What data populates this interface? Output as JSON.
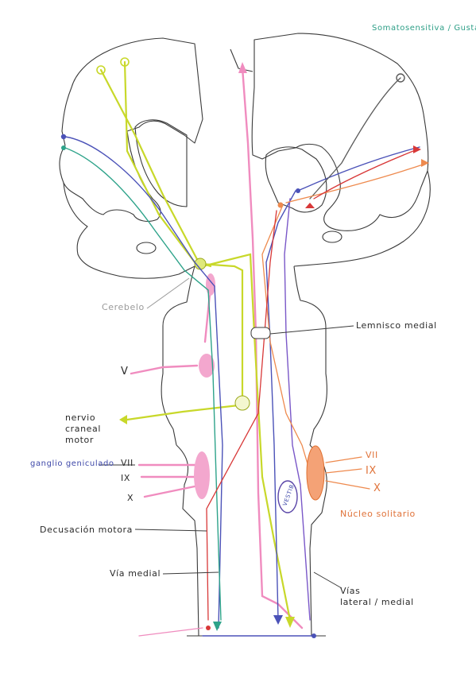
{
  "title": "Somatosensitiva / Gustativa",
  "labels": {
    "cerebelo": "Cerebelo",
    "lemnisco_medial": "Lemnisco medial",
    "v": "V",
    "nervio_craneal_motor_1": "nervio",
    "nervio_craneal_motor_2": "craneal",
    "nervio_craneal_motor_3": "motor",
    "ganglio_geniculado": "ganglio geniculado",
    "vii_left": "VII",
    "ix_left": "IX",
    "x_left": "X",
    "vii_right": "VII",
    "ix_right": "IX",
    "x_right": "X",
    "decusacion_motora": "Decusación motora",
    "nucleo_solitario": "Núcleo solitario",
    "vestib": "VESTIB",
    "via_medial": "Vía medial",
    "vias_1": "Vías",
    "vias_2": "lateral / medial"
  },
  "colors": {
    "outline": "#3a3a3a",
    "yellow": "#c8d82a",
    "pink": "#f08cbf",
    "blue": "#4b52b8",
    "teal": "#2ea38a",
    "orange": "#ee8a4e",
    "red": "#d83838",
    "purple": "#7a58c8"
  }
}
